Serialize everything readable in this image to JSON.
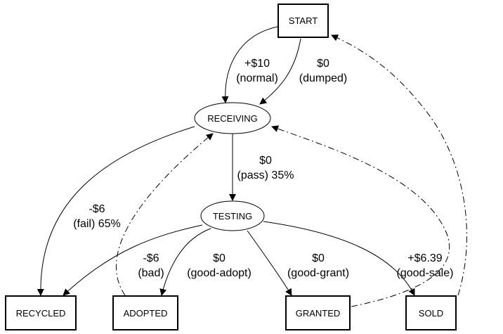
{
  "nodes": {
    "start": "START",
    "receiving": "RECEIVING",
    "testing": "TESTING",
    "recycled": "RECYCLED",
    "adopted": "ADOPTED",
    "granted": "GRANTED",
    "sold": "SOLD"
  },
  "edges": {
    "start_receiving_normal": [
      "+$10",
      "(normal)"
    ],
    "start_receiving_dumped": [
      "$0",
      "(dumped)"
    ],
    "receiving_testing": [
      "$0",
      "(pass) 35%"
    ],
    "receiving_recycled": [
      "-$6",
      "(fail) 65%"
    ],
    "testing_recycled": [
      "-$6",
      "(bad)"
    ],
    "testing_adopted": [
      "$0",
      "(good-adopt)"
    ],
    "testing_granted": [
      "$0",
      "(good-grant)"
    ],
    "testing_sold": [
      "+$6.39",
      "(good-sale)"
    ]
  }
}
